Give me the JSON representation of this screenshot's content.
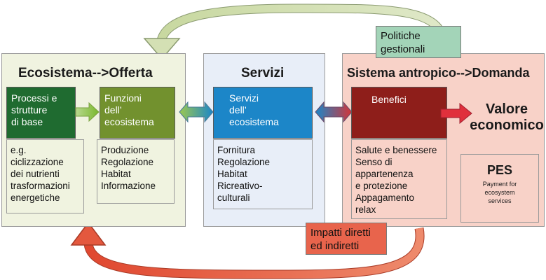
{
  "supply_panel": {
    "title": "Ecosistema-->Offerta",
    "processes_box": "Processi e\nstrutture\ndi base",
    "processes_examples": "e.g.\nciclizzazione\ndei nutrienti\ntrasformazioni\nenergetiche",
    "functions_box": "Funzioni\ndell’\necosistema",
    "functions_list": "Produzione\nRegolazione\nHabitat\nInformazione"
  },
  "services_panel": {
    "title": "Servizi",
    "services_box": "Servizi\ndell’\necosistema",
    "services_list": "Fornitura\nRegolazione\nHabitat\nRicreativo-\nculturali"
  },
  "demand_panel": {
    "title": "Sistema antropico-->Domanda",
    "benefits_box": "Benefici",
    "benefits_list": "Salute e benessere\nSenso di\nappartenenza\ne protezione\nAppagamento\nrelax",
    "economic_value": "Valore\neconomico",
    "pes_title": "PES",
    "pes_subtitle": "Payment for\necosystem\nservices"
  },
  "policies_label": "Politiche\ngestionali",
  "impacts_label": "Impatti diretti\ned indiretti",
  "colors": {
    "supply_bg": "#f0f3e0",
    "services_bg": "#e8eef8",
    "demand_bg": "#f8d2c8",
    "processes_box": "#1f6b30",
    "functions_box": "#72912e",
    "services_box": "#1c86c8",
    "benefits_box": "#8e1e1a",
    "policies_label": "#a3d4b8",
    "impacts_label": "#e8644c"
  }
}
